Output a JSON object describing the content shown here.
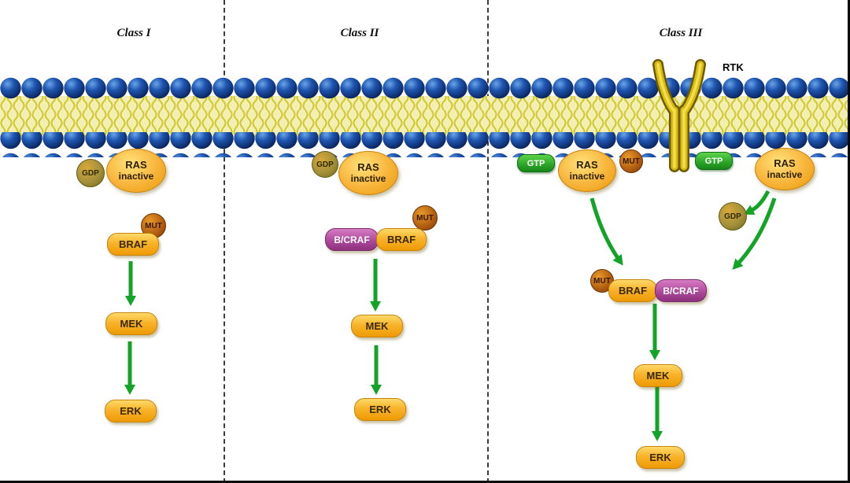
{
  "sections": {
    "class1_title": "Class I",
    "class2_title": "Class II",
    "class3_title": "Class III"
  },
  "receptor": {
    "label": "RTK"
  },
  "molecules": {
    "ras": "RAS",
    "inactive": "inactive",
    "gdp": "GDP",
    "gtp": "GTP",
    "mut": "MUT",
    "braf": "BRAF",
    "bcraf": "B/CRAF",
    "mek": "MEK",
    "erk": "ERK"
  },
  "colors": {
    "membrane_head": "#16408f",
    "lipid_tail_bg": "#f2eeb4",
    "node_orange": "#f6a91e",
    "node_purple": "#a94697",
    "gtp_green": "#2aa428",
    "arrow_green": "#13a327",
    "mut_circle": "#b05c10",
    "gdp_circle": "#a4903a",
    "rtk_yellow": "#d9bc10"
  }
}
